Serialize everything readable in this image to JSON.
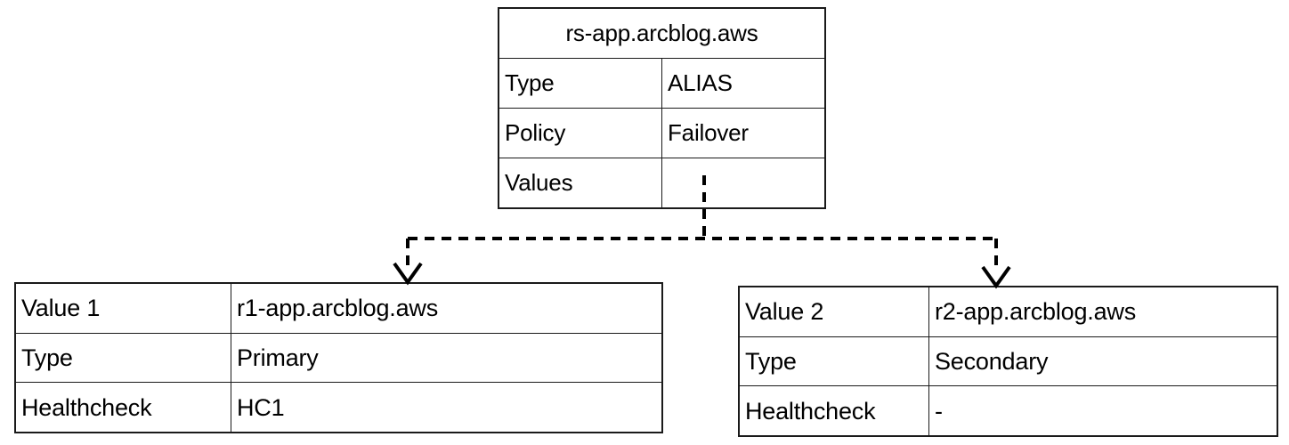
{
  "diagram": {
    "title": "rs-app.arcblog.aws",
    "root": {
      "header": "rs-app.arcblog.aws",
      "rows": [
        {
          "key": "Type",
          "value": "ALIAS"
        },
        {
          "key": "Policy",
          "value": "Failover"
        },
        {
          "key": "Values",
          "value": ""
        }
      ]
    },
    "children": [
      {
        "rows": [
          {
            "key": "Value 1",
            "value": "r1-app.arcblog.aws"
          },
          {
            "key": "Type",
            "value": "Primary"
          },
          {
            "key": "Healthcheck",
            "value": "HC1"
          }
        ]
      },
      {
        "rows": [
          {
            "key": "Value 2",
            "value": "r2-app.arcblog.aws"
          },
          {
            "key": "Type",
            "value": "Secondary"
          },
          {
            "key": "Healthcheck",
            "value": "-"
          }
        ]
      }
    ],
    "connector": {
      "style": "dashed",
      "arrowhead": "open-v",
      "stroke": "#000000"
    },
    "colors": {
      "background": "#ffffff",
      "line": "#1a1a1a",
      "text": "#000000"
    }
  }
}
